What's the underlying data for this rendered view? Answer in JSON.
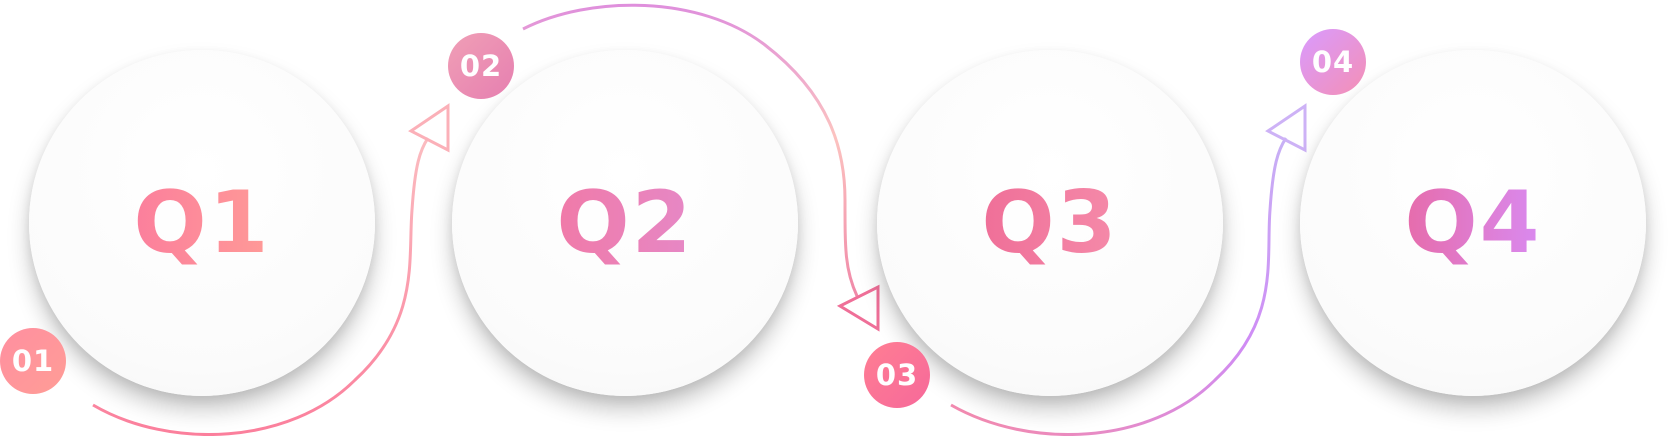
{
  "steps": [
    {
      "label": "Q1",
      "number": "01"
    },
    {
      "label": "Q2",
      "number": "02"
    },
    {
      "label": "Q3",
      "number": "03"
    },
    {
      "label": "Q4",
      "number": "04"
    }
  ],
  "colors": {
    "pink": "#fb7f9c",
    "salmon": "#ff9a97",
    "rose": "#ef6f98",
    "magenta": "#e66cab",
    "lavender": "#d98af0",
    "peach": "#fcc3c0"
  }
}
